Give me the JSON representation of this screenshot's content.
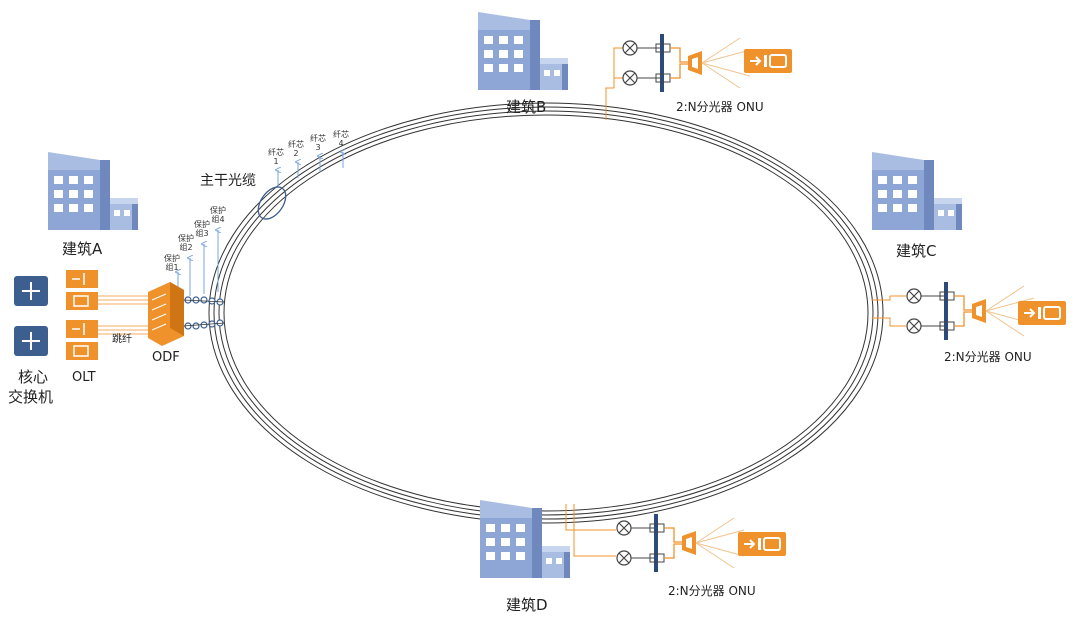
{
  "labels": {
    "building_a": "建筑A",
    "building_b": "建筑B",
    "building_c": "建筑C",
    "building_d": "建筑D",
    "main_cable": "主干光缆",
    "odf": "ODF",
    "olt": "OLT",
    "patch_fiber": "跳纤",
    "core_switch_line1": "核心",
    "core_switch_line2": "交换机",
    "splitter_onu_b": "2:N分光器 ONU",
    "splitter_onu_c": "2:N分光器 ONU",
    "splitter_onu_d": "2:N分光器 ONU"
  },
  "fiber_cores": [
    {
      "line1": "纤芯",
      "line2": "1"
    },
    {
      "line1": "纤芯",
      "line2": "2"
    },
    {
      "line1": "纤芯",
      "line2": "3"
    },
    {
      "line1": "纤芯",
      "line2": "4"
    }
  ],
  "protect_groups": [
    {
      "line1": "保护",
      "line2": "组1"
    },
    {
      "line1": "保护",
      "line2": "组2"
    },
    {
      "line1": "保护",
      "line2": "组3"
    },
    {
      "line1": "保护",
      "line2": "组4"
    }
  ],
  "colors": {
    "ring": "#333333",
    "orange": "#f0922b",
    "building": "#8ea6d6",
    "building_dark": "#6f88bd",
    "window": "#ffffff",
    "splitter_bar": "#2c4a7a",
    "switch_blue": "#3c5f8f",
    "arrow_blue": "#7aa6e0"
  }
}
